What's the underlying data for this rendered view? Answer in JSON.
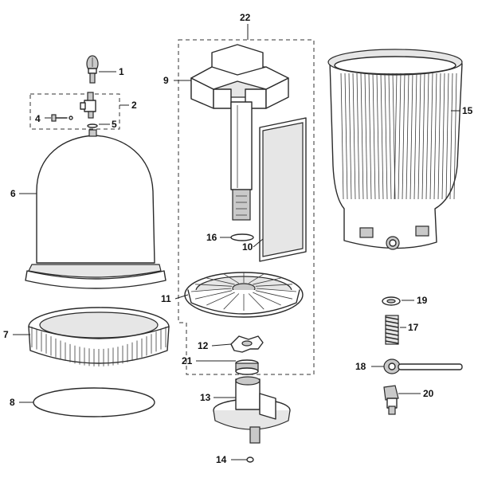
{
  "diagram": {
    "callouts": [
      {
        "id": "1",
        "text": "1"
      },
      {
        "id": "2",
        "text": "2"
      },
      {
        "id": "4",
        "text": "4"
      },
      {
        "id": "5",
        "text": "5"
      },
      {
        "id": "6",
        "text": "6"
      },
      {
        "id": "7",
        "text": "7"
      },
      {
        "id": "8",
        "text": "8"
      },
      {
        "id": "9",
        "text": "9"
      },
      {
        "id": "10",
        "text": "10"
      },
      {
        "id": "11",
        "text": "11"
      },
      {
        "id": "12",
        "text": "12"
      },
      {
        "id": "13",
        "text": "13"
      },
      {
        "id": "14",
        "text": "14"
      },
      {
        "id": "15",
        "text": "15"
      },
      {
        "id": "16",
        "text": "16"
      },
      {
        "id": "17",
        "text": "17"
      },
      {
        "id": "18",
        "text": "18"
      },
      {
        "id": "19",
        "text": "19"
      },
      {
        "id": "20",
        "text": "20"
      },
      {
        "id": "21",
        "text": "21"
      },
      {
        "id": "22",
        "text": "22"
      }
    ],
    "colors": {
      "line": "#2a2a2a",
      "fill": "#ffffff",
      "shade": "#c9c9c9"
    }
  }
}
